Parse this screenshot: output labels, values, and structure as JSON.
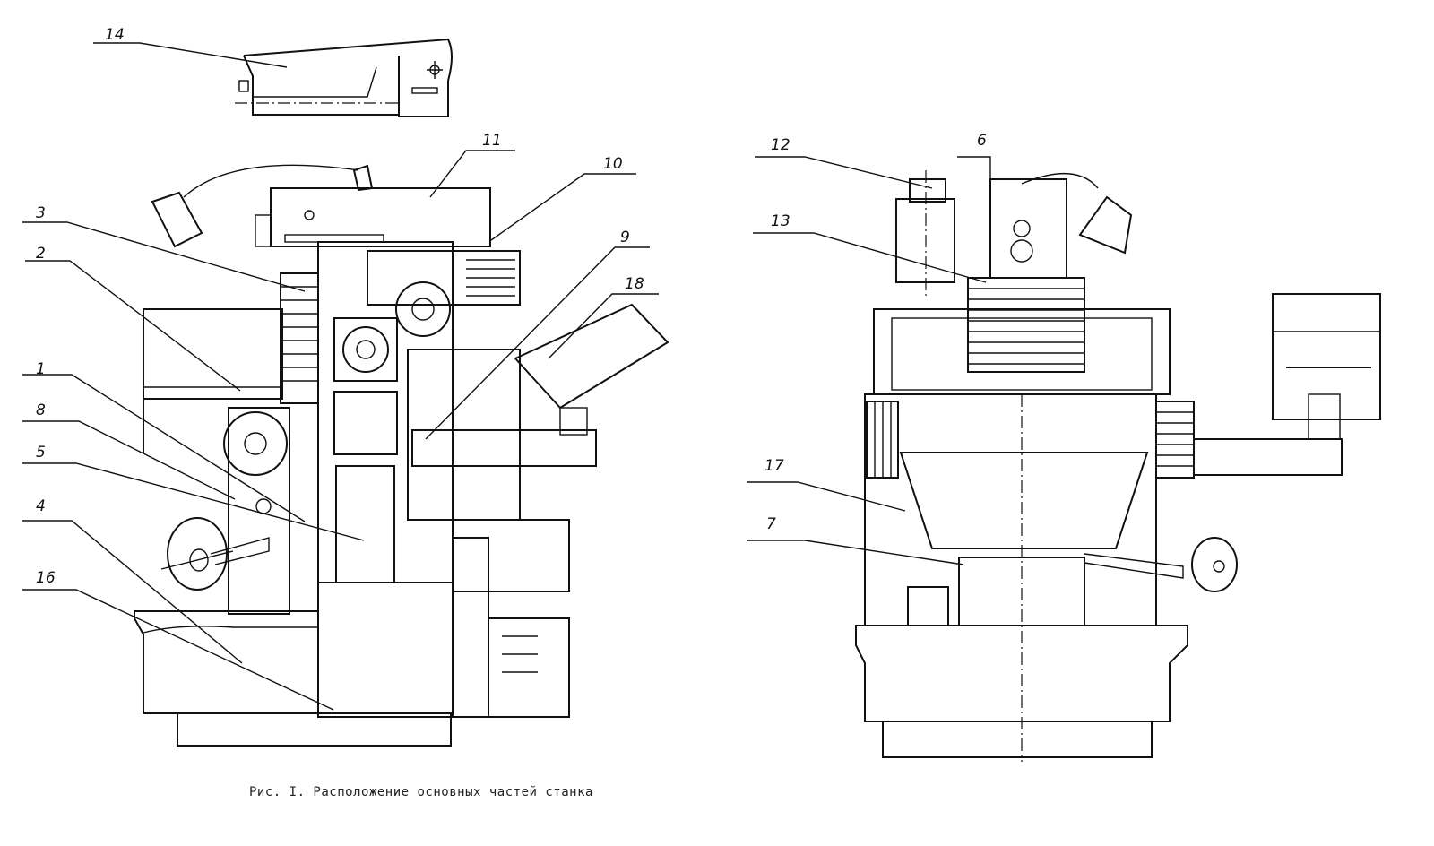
{
  "caption": "Рис. I. Расположение основных частей станка",
  "callouts": [
    {
      "id": "14",
      "view": "top-detail"
    },
    {
      "id": "11",
      "view": "front"
    },
    {
      "id": "10",
      "view": "front"
    },
    {
      "id": "9",
      "view": "front"
    },
    {
      "id": "18",
      "view": "front"
    },
    {
      "id": "3",
      "view": "front"
    },
    {
      "id": "2",
      "view": "front"
    },
    {
      "id": "1",
      "view": "front"
    },
    {
      "id": "8",
      "view": "front"
    },
    {
      "id": "5",
      "view": "front"
    },
    {
      "id": "4",
      "view": "front"
    },
    {
      "id": "16",
      "view": "front"
    },
    {
      "id": "12",
      "view": "side"
    },
    {
      "id": "6",
      "view": "side"
    },
    {
      "id": "13",
      "view": "side"
    },
    {
      "id": "17",
      "view": "side"
    },
    {
      "id": "7",
      "view": "side"
    }
  ]
}
